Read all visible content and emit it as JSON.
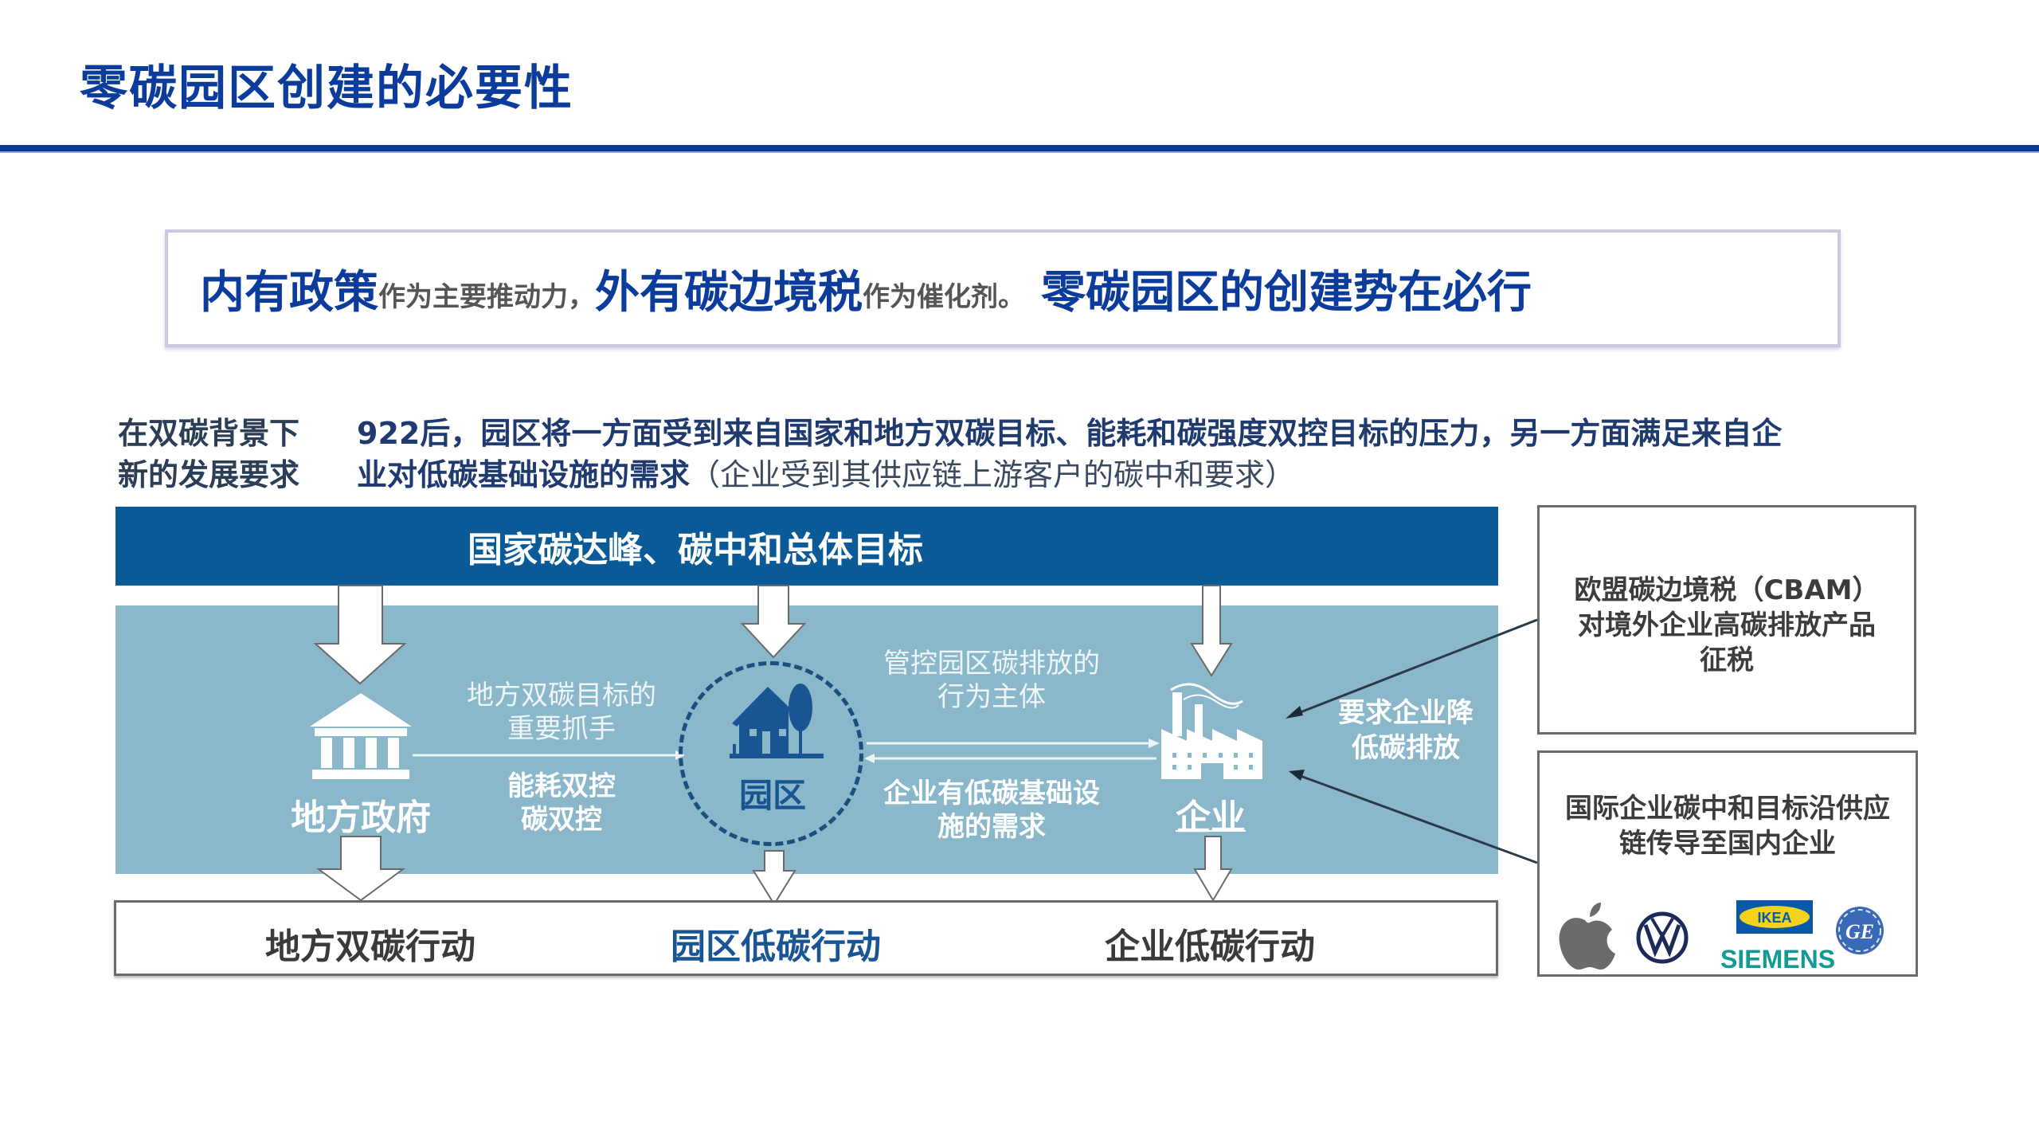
{
  "page": {
    "title": "零碳园区创建的必要性"
  },
  "highlight": {
    "part1_big": "内有政策",
    "part1_small": "作为主要推动力，",
    "part2_big": "外有碳边境税",
    "part2_small": "作为催化剂。",
    "part3_big": "零碳园区的创建势在必行"
  },
  "context": {
    "label_line1": "在双碳背景下",
    "label_line2": "新的发展要求",
    "body_line1": "922后，园区将一方面受到来自国家和地方双碳目标、能耗和碳强度双控目标的压力，另一方面满足来自企",
    "body_line2_bold": "业对低碳基础设施的需求",
    "body_line2_light": "（企业受到其供应链上游客户的碳中和要求）"
  },
  "diagram": {
    "banner": "国家碳达峰、碳中和总体目标",
    "nodes": {
      "government": "地方政府",
      "park": "园区",
      "enterprise": "企业"
    },
    "edges": {
      "gov_to_park_top_line1": "地方双碳目标的",
      "gov_to_park_top_line2": "重要抓手",
      "gov_to_park_bottom_line1": "能耗双控",
      "gov_to_park_bottom_line2": "碳双控",
      "park_to_ent_top_line1": "管控园区碳排放的",
      "park_to_ent_top_line2": "行为主体",
      "ent_to_park_bottom_line1": "企业有低碳基础设",
      "ent_to_park_bottom_line2": "施的需求",
      "external_line1": "要求企业降",
      "external_line2": "低碳排放"
    },
    "actions": {
      "local": "地方双碳行动",
      "park": "园区低碳行动",
      "enterprise": "企业低碳行动"
    }
  },
  "side": {
    "cbam_line1": "欧盟碳边境税（CBAM）",
    "cbam_line2": "对境外企业高碳排放产品",
    "cbam_line3": "征税",
    "intl_line1": "国际企业碳中和目标沿供应",
    "intl_line2": "链传导至国内企业",
    "logos": {
      "apple": "apple-logo",
      "vw": "VW",
      "ikea": "IKEA",
      "siemens": "SIEMENS",
      "ge": "GE"
    }
  },
  "colors": {
    "title_blue": "#0b3c9c",
    "banner_blue": "#0a5a98",
    "band_blue": "#8ab8ca",
    "park_blue": "#1a5593",
    "ikea_blue": "#0a58a8",
    "ikea_yellow": "#f5d31c",
    "siemens_teal": "#139a94",
    "ge_blue": "#3a69b8"
  }
}
